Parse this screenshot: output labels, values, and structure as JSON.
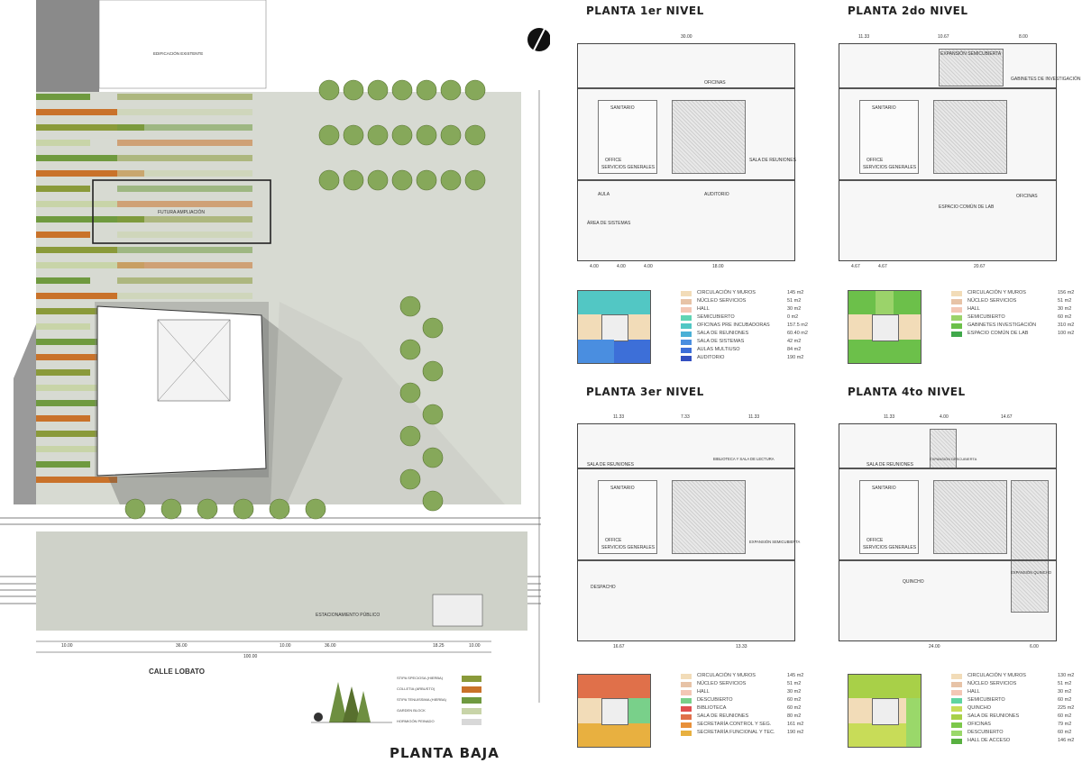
{
  "site": {
    "title": "PLANTA BAJA",
    "street": "CALLE LOBATO",
    "existing": "EDIFICACIÓN EXISTENTE",
    "future": "FUTURA AMPLIACIÓN",
    "parking": "ESTACIONAMIENTO PÚBLICO",
    "total_dim": "100.00",
    "dims": [
      "10.00",
      "36.00",
      "10.00",
      "36.00",
      "18.25",
      "10.00"
    ],
    "legend": [
      {
        "name": "STIPA SPECIOSA (HIERBA)",
        "color": "#8a9a3a"
      },
      {
        "name": "COLLETIA (ARBUSTO)",
        "color": "#c9722a"
      },
      {
        "name": "STIPA TENUISSIMA (HIERBA)",
        "color": "#6f9a3f"
      },
      {
        "name": "GARDEN BLOCK",
        "color": "#c8d4a8"
      },
      {
        "name": "HORMIGÓN PEINADO",
        "color": "#d8d8d8"
      }
    ]
  },
  "plans": [
    {
      "title": "PLANTA 1er NIVEL",
      "rooms": [
        "SANITARIO",
        "OFFICE",
        "SERVICIOS GENERALES",
        "SALA DE REUNIONES",
        "AULA",
        "AUDITORIO",
        "ÁREA DE SISTEMAS",
        "OFICINAS"
      ],
      "top_dims": [
        "30.00"
      ],
      "bottom_dims": [
        "4.00",
        "4.00",
        "4.00",
        "18.00"
      ],
      "legend": [
        {
          "name": "CIRCULACIÓN Y MUROS",
          "value": "145 m2",
          "color": "#f2dcb8"
        },
        {
          "name": "NÚCLEO SERVICIOS",
          "value": "51 m2",
          "color": "#e7c3a7"
        },
        {
          "name": "HALL",
          "value": "30 m2",
          "color": "#f3c7b5"
        },
        {
          "name": "SEMICUBIERTO",
          "value": "0 m2",
          "color": "#5fd4b4"
        },
        {
          "name": "OFICINAS PRE INCUBADORAS",
          "value": "157.5 m2",
          "color": "#52c7c4"
        },
        {
          "name": "SALA DE REUNIONES",
          "value": "60.40 m2",
          "color": "#4ab0d6"
        },
        {
          "name": "SALA DE SISTEMAS",
          "value": "42 m2",
          "color": "#4a8ee0"
        },
        {
          "name": "AULAS MULTIUSO",
          "value": "84 m2",
          "color": "#3d6fd8"
        },
        {
          "name": "AUDITORIO",
          "value": "190 m2",
          "color": "#3350c0"
        }
      ]
    },
    {
      "title": "PLANTA 2do NIVEL",
      "rooms": [
        "EXPANSIÓN SEMICUBIERTA",
        "GABINETES DE INVESTIGACIÓN",
        "SANITARIO",
        "OFFICE",
        "SERVICIOS GENERALES",
        "ESPACIO COMÚN DE LAB",
        "OFICINAS"
      ],
      "top_dims": [
        "11.33",
        "10.67",
        "8.00"
      ],
      "bottom_dims": [
        "4.67",
        "4.67",
        "20.67"
      ],
      "legend": [
        {
          "name": "CIRCULACIÓN Y MUROS",
          "value": "156 m2",
          "color": "#f2dcb8"
        },
        {
          "name": "NÚCLEO SERVICIOS",
          "value": "51 m2",
          "color": "#e7c3a7"
        },
        {
          "name": "HALL",
          "value": "30 m2",
          "color": "#f3c7b5"
        },
        {
          "name": "SEMICUBIERTO",
          "value": "60 m2",
          "color": "#9bd36a"
        },
        {
          "name": "GABINETES INVESTIGACIÓN",
          "value": "310 m2",
          "color": "#6cc04a"
        },
        {
          "name": "ESPACIO COMÚN DE LAB",
          "value": "100 m2",
          "color": "#3fa84a"
        }
      ]
    },
    {
      "title": "PLANTA 3er NIVEL",
      "rooms": [
        "SALA DE REUNIONES",
        "BIBLIOTECA Y SALA DE LECTURA",
        "SANITARIO",
        "OFFICE",
        "SERVICIOS GENERALES",
        "EXPANSIÓN SEMICUBIERTA",
        "DESPACHO"
      ],
      "top_dims": [
        "11.33",
        "7.33",
        "11.33"
      ],
      "bottom_dims": [
        "16.67",
        "13.33"
      ],
      "legend": [
        {
          "name": "CIRCULACIÓN Y MUROS",
          "value": "145 m2",
          "color": "#f2dcb8"
        },
        {
          "name": "NÚCLEO SERVICIOS",
          "value": "51 m2",
          "color": "#e7c3a7"
        },
        {
          "name": "HALL",
          "value": "30 m2",
          "color": "#f3c7b5"
        },
        {
          "name": "DESCUBIERTO",
          "value": "60 m2",
          "color": "#79d08a"
        },
        {
          "name": "BIBLIOTECA",
          "value": "60 m2",
          "color": "#e05050"
        },
        {
          "name": "SALA DE REUNIONES",
          "value": "80 m2",
          "color": "#e0704a"
        },
        {
          "name": "SECRETARÍA CONTROL Y SEG.",
          "value": "161 m2",
          "color": "#e8903a"
        },
        {
          "name": "SECRETARÍA FUNCIONAL Y TEC.",
          "value": "190 m2",
          "color": "#e8b040"
        }
      ]
    },
    {
      "title": "PLANTA 4to NIVEL",
      "rooms": [
        "SALA DE REUNIONES",
        "EXPANSIÓN DESCUBIERTA",
        "SANITARIO",
        "OFFICE",
        "SERVICIOS GENERALES",
        "QUINCHO",
        "EXPANSIÓN QUINCHO"
      ],
      "top_dims": [
        "11.33",
        "4.00",
        "14.67"
      ],
      "bottom_dims": [
        "24.00",
        "6.00"
      ],
      "legend": [
        {
          "name": "CIRCULACIÓN Y MUROS",
          "value": "130 m2",
          "color": "#f2dcb8"
        },
        {
          "name": "NÚCLEO SERVICIOS",
          "value": "51 m2",
          "color": "#e7c3a7"
        },
        {
          "name": "HALL",
          "value": "30 m2",
          "color": "#f3c7b5"
        },
        {
          "name": "SEMICUBIERTO",
          "value": "60 m2",
          "color": "#5fd4a0"
        },
        {
          "name": "QUINCHO",
          "value": "225 m2",
          "color": "#c8dc58"
        },
        {
          "name": "SALA DE REUNIONES",
          "value": "60 m2",
          "color": "#a8d048"
        },
        {
          "name": "OFICINAS",
          "value": "79 m2",
          "color": "#7cc84a"
        },
        {
          "name": "DESCUBIERTO",
          "value": "60 m2",
          "color": "#9ad86a"
        },
        {
          "name": "HALL DE ACCESO",
          "value": "146 m2",
          "color": "#58b040"
        }
      ]
    }
  ],
  "north_icon": "north-arrow-icon"
}
